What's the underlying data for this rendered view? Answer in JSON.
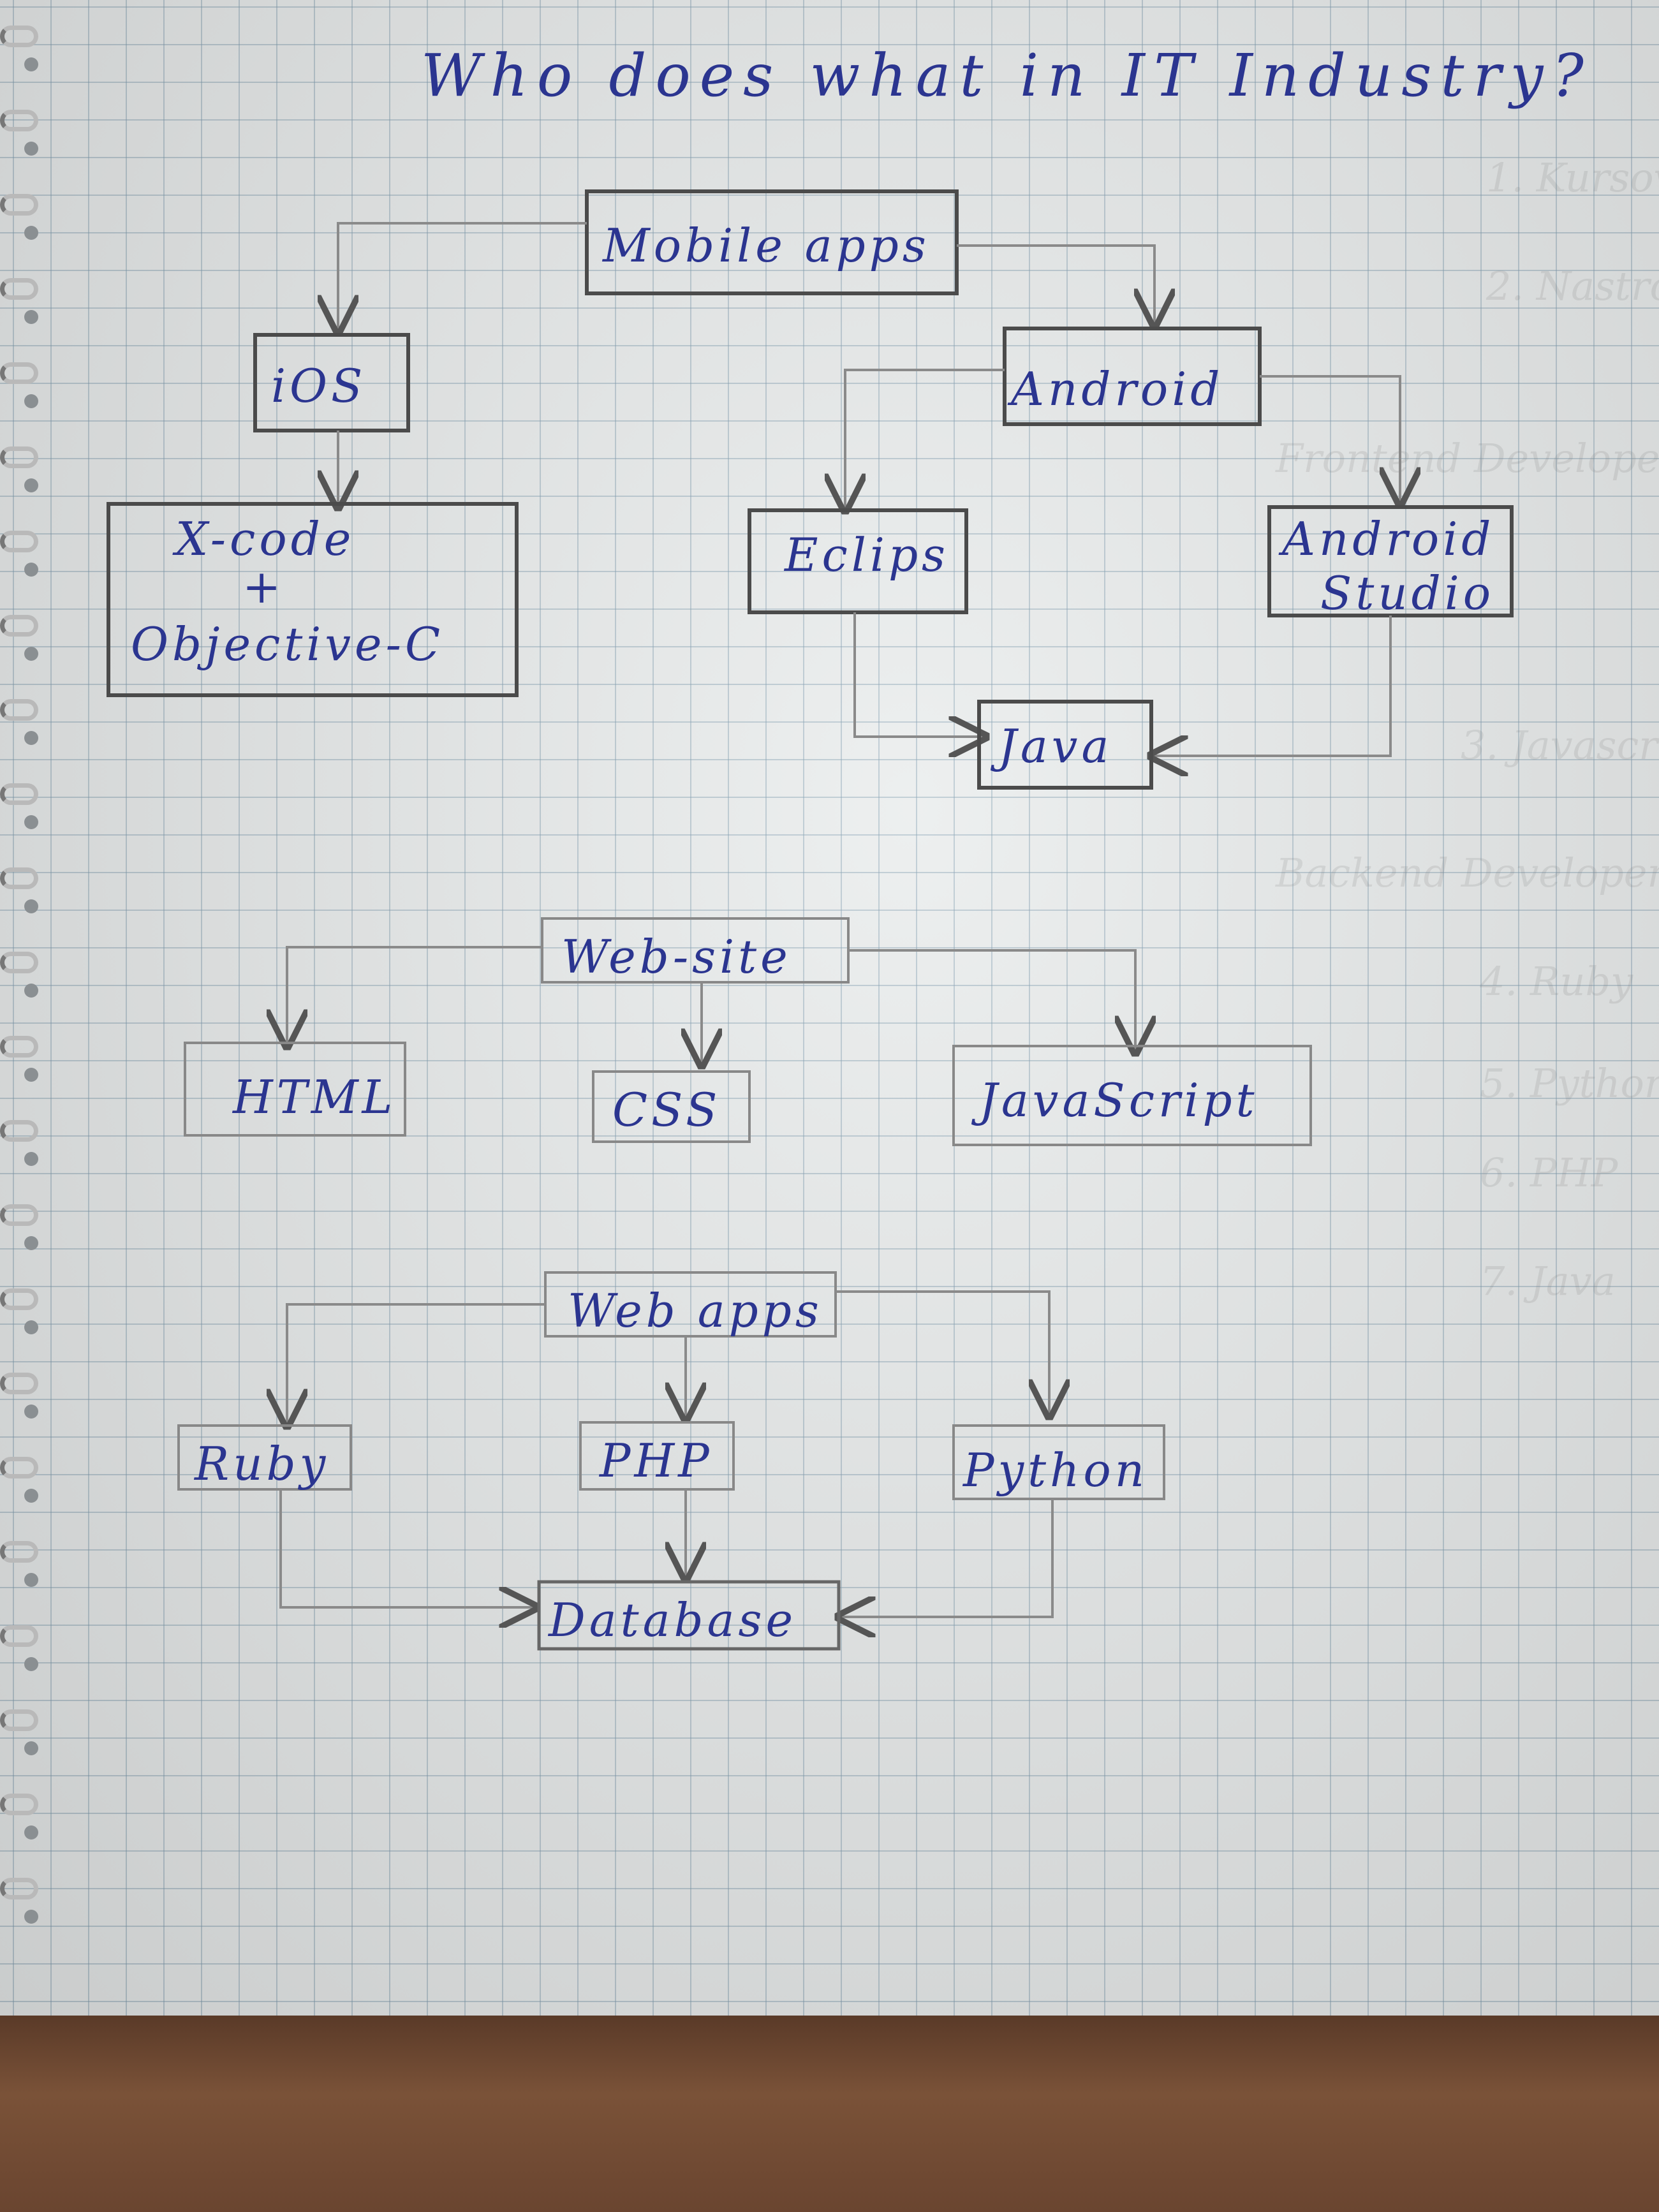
{
  "title": "Who does what in IT Industry?",
  "mobile": {
    "root": "Mobile apps",
    "ios": "iOS",
    "ios_tools": {
      "line1": "X-code",
      "line2": "+",
      "line3": "Objective-C"
    },
    "android": "Android",
    "eclipse": "Eclips",
    "android_studio": {
      "line1": "Android",
      "line2": "Studio"
    },
    "java": "Java"
  },
  "web_site": {
    "root": "Web-site",
    "html": "HTML",
    "css": "CSS",
    "javascript": "JavaScript"
  },
  "web_apps": {
    "root": "Web apps",
    "ruby": "Ruby",
    "php": "PHP",
    "python": "Python",
    "database": "Database"
  },
  "colors": {
    "ink": "#2b3590",
    "pencil": "#8a8a8a",
    "paper": "#e9ecec",
    "grid": "#7896aa"
  }
}
